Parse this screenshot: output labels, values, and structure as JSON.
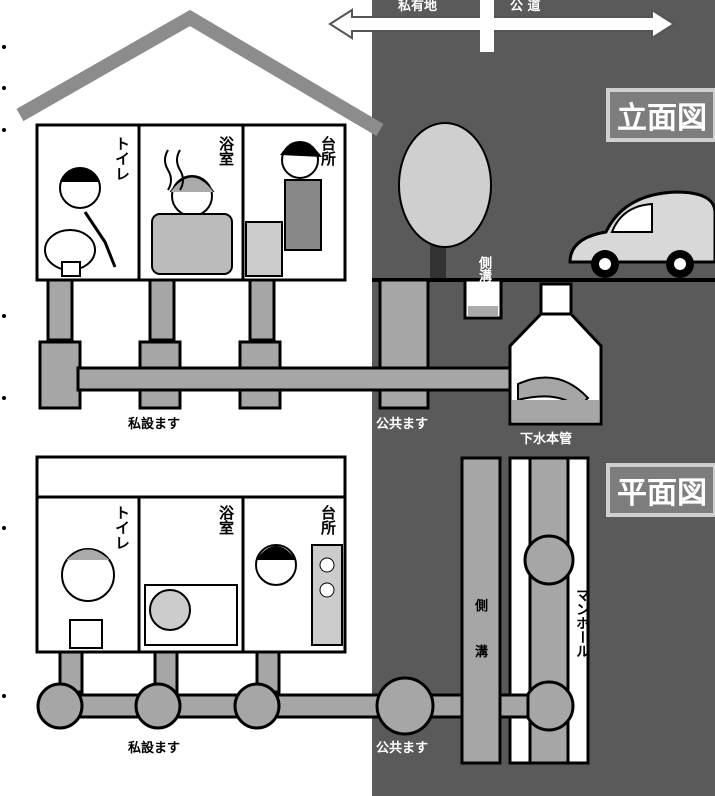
{
  "header": {
    "private_land": "私有地",
    "public_road": "公 道"
  },
  "elevation": {
    "title": "立面図",
    "room_toilet": "トイレ",
    "room_bath": "浴室",
    "room_kitchen": "台所",
    "side_ditch": "側溝",
    "private_box": "私設ます",
    "public_box": "公共ます",
    "sewer_main": "下水本管"
  },
  "plan": {
    "title": "平面図",
    "room_toilet": "トイレ",
    "room_bath": "浴室",
    "room_kitchen": "台所",
    "side_ditch_1": "側",
    "side_ditch_2": "溝",
    "manhole": "マンホール",
    "private_box": "私設ます",
    "public_box": "公共ます"
  },
  "colors": {
    "road": "#5a5a5a",
    "pipe": "#a6a6a6",
    "stroke": "#000000",
    "title_bg": "#7d7d7d"
  }
}
